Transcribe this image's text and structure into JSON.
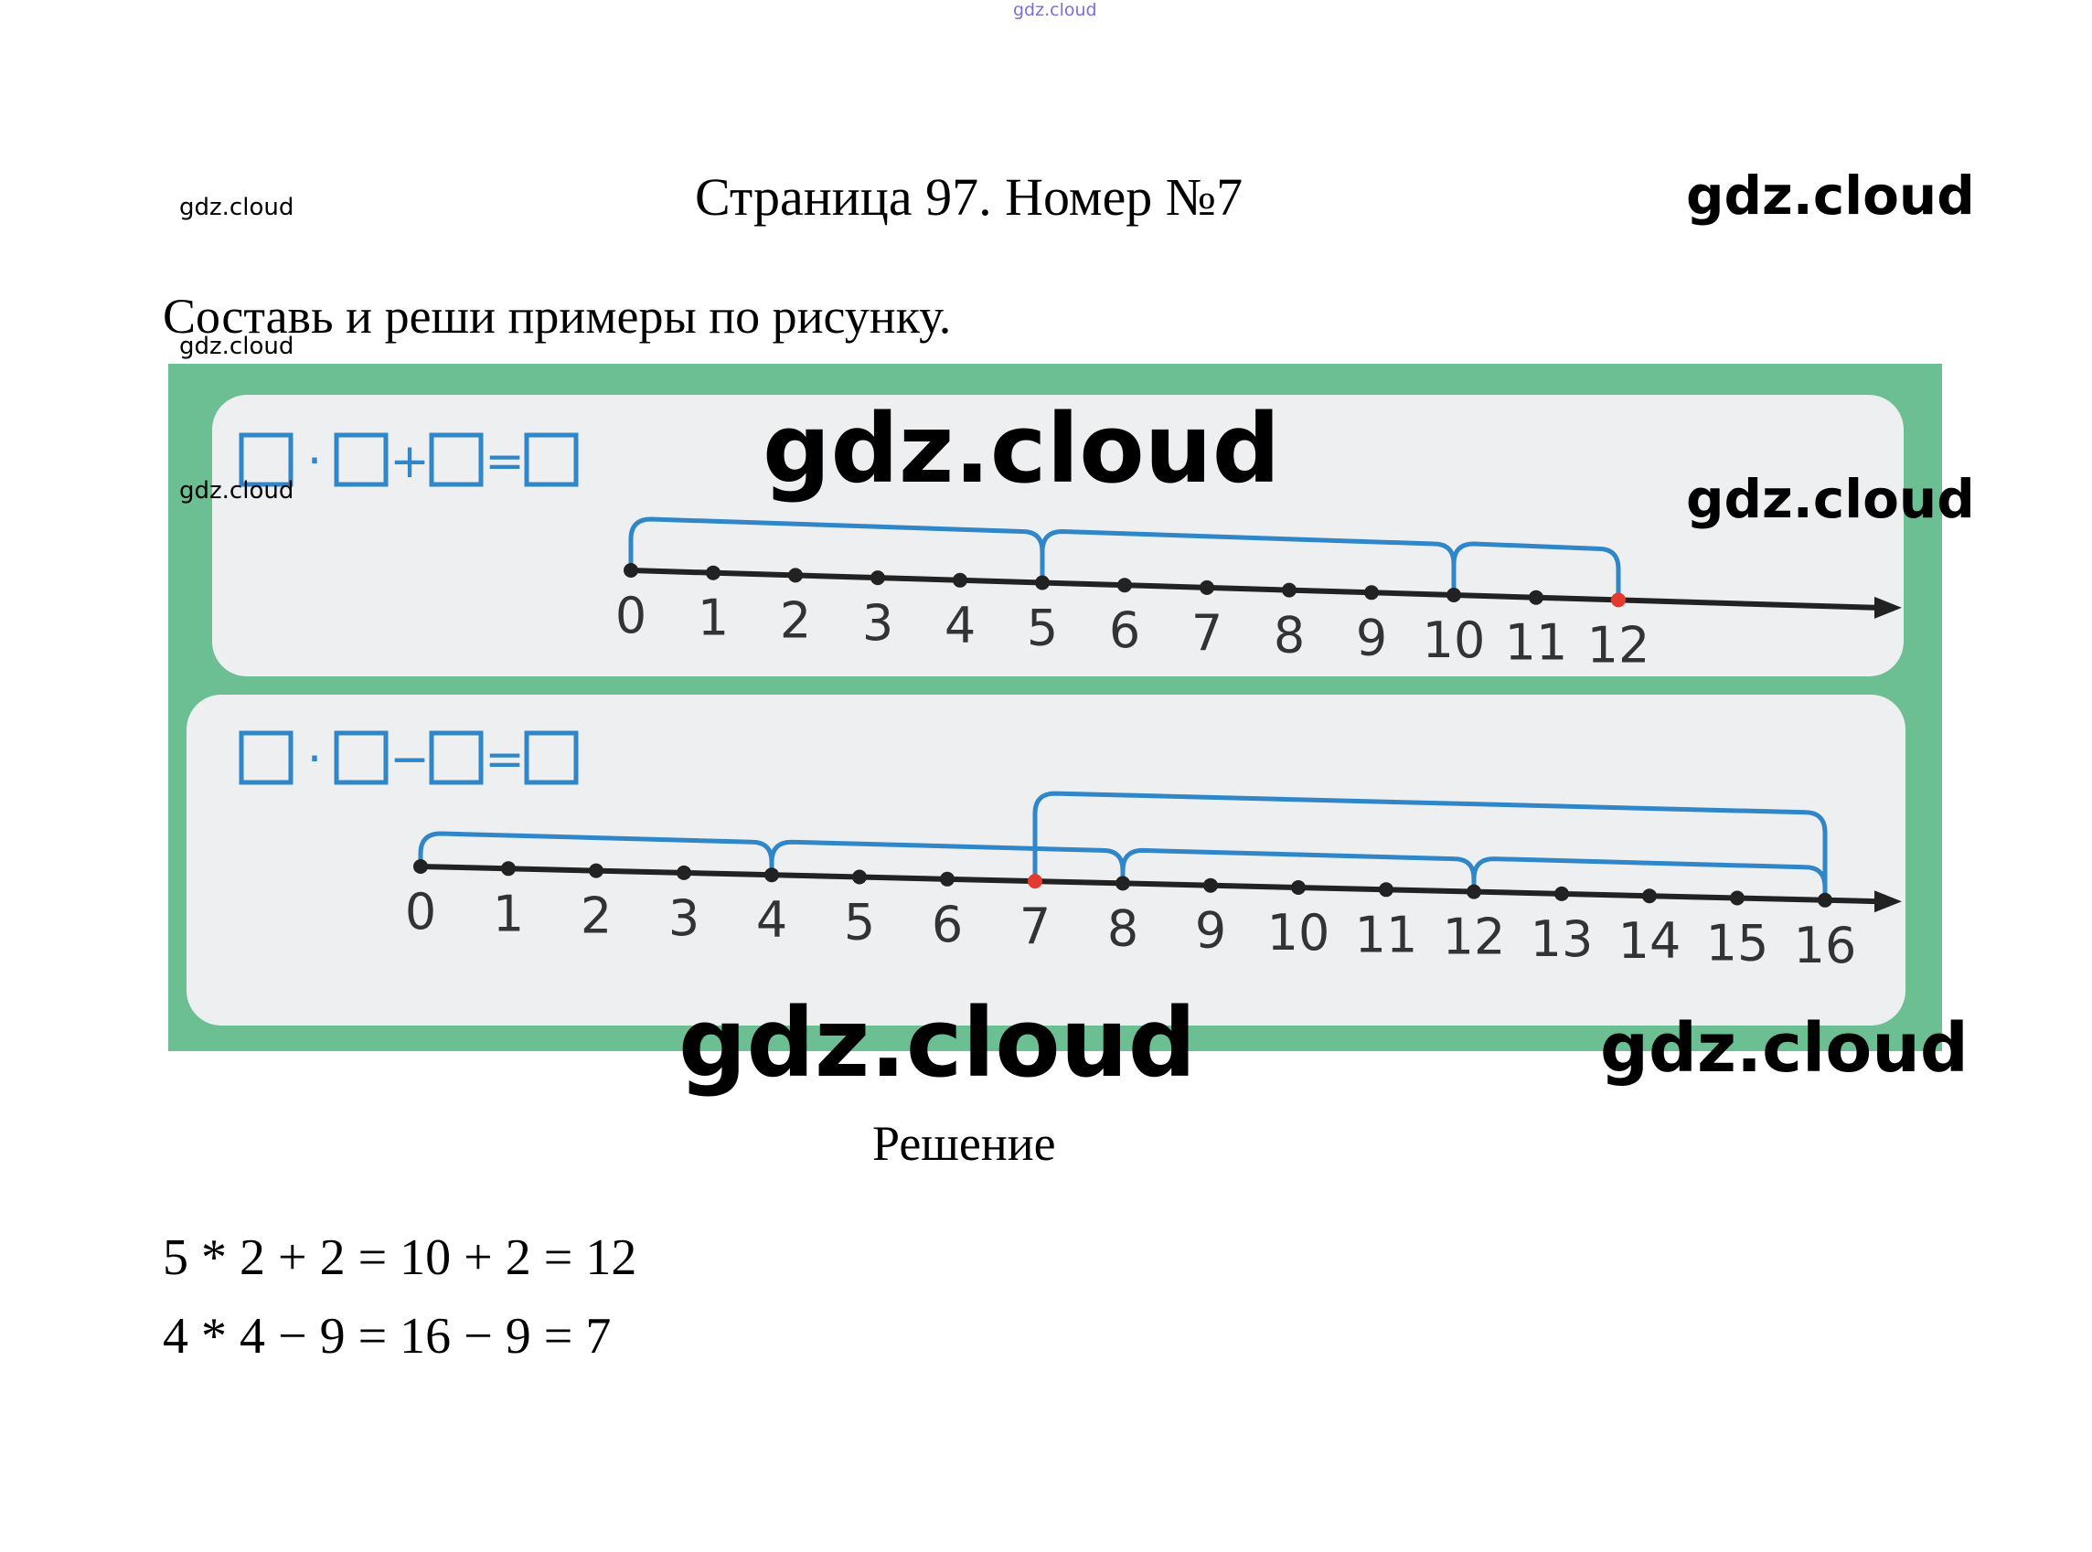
{
  "watermark": "gdz.cloud",
  "title": "Страница 97. Номер №7",
  "instruction": "Составь и реши примеры по рисунку.",
  "figure": {
    "panels": [
      {
        "equation": [
          "□",
          "·",
          "□",
          "+",
          "□",
          "=",
          "□"
        ],
        "ticks": [
          "0",
          "1",
          "2",
          "3",
          "4",
          "5",
          "6",
          "7",
          "8",
          "9",
          "10",
          "11",
          "12"
        ],
        "arcs": [
          [
            0,
            5
          ],
          [
            5,
            10
          ],
          [
            10,
            12
          ]
        ],
        "highlight": 12
      },
      {
        "equation": [
          "□",
          "·",
          "□",
          "−",
          "□",
          "=",
          "□"
        ],
        "ticks": [
          "0",
          "1",
          "2",
          "3",
          "4",
          "5",
          "6",
          "7",
          "8",
          "9",
          "10",
          "11",
          "12",
          "13",
          "14",
          "15",
          "16"
        ],
        "arcs": [
          [
            0,
            4
          ],
          [
            4,
            8
          ],
          [
            8,
            12
          ],
          [
            12,
            16
          ]
        ],
        "big_arc": [
          7,
          16
        ],
        "highlight": 7
      }
    ],
    "colors": {
      "frame": "#6cbf92",
      "panel": "#eeeff1",
      "arc": "#2f86c8",
      "line": "#222222",
      "highlight": "#e53a2e"
    }
  },
  "solution_heading": "Решение",
  "solutions": [
    "5 * 2 + 2 = 10 + 2 = 12",
    "4 * 4 − 9 = 16 − 9 = 7"
  ]
}
